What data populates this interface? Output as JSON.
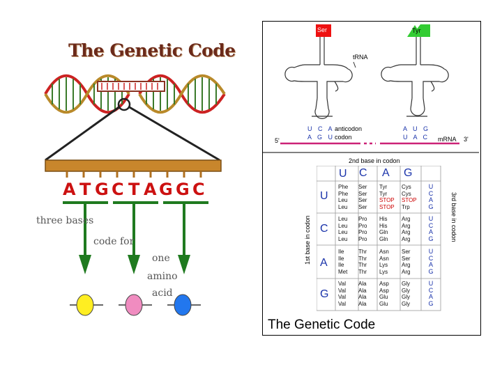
{
  "left": {
    "title": "The Genetic Code",
    "sequence": [
      "A",
      "T",
      "G",
      "C",
      "T",
      "A",
      "G",
      "G",
      "C"
    ],
    "three_bases": "three bases",
    "code_for": "code for",
    "one": "one",
    "amino": "amino",
    "acid": "acid",
    "colors": {
      "dna_red": "#cc2222",
      "dna_green": "#3a7a2a",
      "dna_gold": "#b98a2a",
      "seq_red": "#cc1111",
      "bar_brown": "#c8862c",
      "arrow_green": "#1f7a1f",
      "balls": [
        "#ffee22",
        "#f08cc0",
        "#2277ee"
      ]
    }
  },
  "right": {
    "trna": {
      "aa_left": "Ser",
      "aa_right": "Tyr",
      "trna_label": "tRNA",
      "anticodon_label_1": "anticodon",
      "anticodon_label_2": "codon",
      "left_anticodon": "U C A",
      "left_codon": "A G U",
      "right_anticodon": "A U G",
      "right_codon": "U A C",
      "five_prime": "5'",
      "mrna_label": "mRNA",
      "three_prime": "3'"
    },
    "second_base_label": "2nd base in codon",
    "first_base_label": "1st base in codon",
    "third_base_label": "3rd base in codon",
    "bases": [
      "U",
      "C",
      "A",
      "G"
    ],
    "third_bases": [
      "U",
      "C",
      "A",
      "G"
    ],
    "table": [
      [
        [
          "Phe",
          "Phe",
          "Leu",
          "Leu"
        ],
        [
          "Ser",
          "Ser",
          "Ser",
          "Ser"
        ],
        [
          "Tyr",
          "Tyr",
          "STOP",
          "STOP"
        ],
        [
          "Cys",
          "Cys",
          "STOP",
          "Trp"
        ]
      ],
      [
        [
          "Leu",
          "Leu",
          "Leu",
          "Leu"
        ],
        [
          "Pro",
          "Pro",
          "Pro",
          "Pro"
        ],
        [
          "His",
          "His",
          "Gln",
          "Gln"
        ],
        [
          "Arg",
          "Arg",
          "Arg",
          "Arg"
        ]
      ],
      [
        [
          "Ile",
          "Ile",
          "Ile",
          "Met"
        ],
        [
          "Thr",
          "Thr",
          "Thr",
          "Thr"
        ],
        [
          "Asn",
          "Asn",
          "Lys",
          "Lys"
        ],
        [
          "Ser",
          "Ser",
          "Arg",
          "Arg"
        ]
      ],
      [
        [
          "Val",
          "Val",
          "Val",
          "Val"
        ],
        [
          "Ala",
          "Ala",
          "Ala",
          "Ala"
        ],
        [
          "Asp",
          "Asp",
          "Glu",
          "Glu"
        ],
        [
          "Gly",
          "Gly",
          "Gly",
          "Gly"
        ]
      ]
    ],
    "title": "The Genetic Code"
  }
}
